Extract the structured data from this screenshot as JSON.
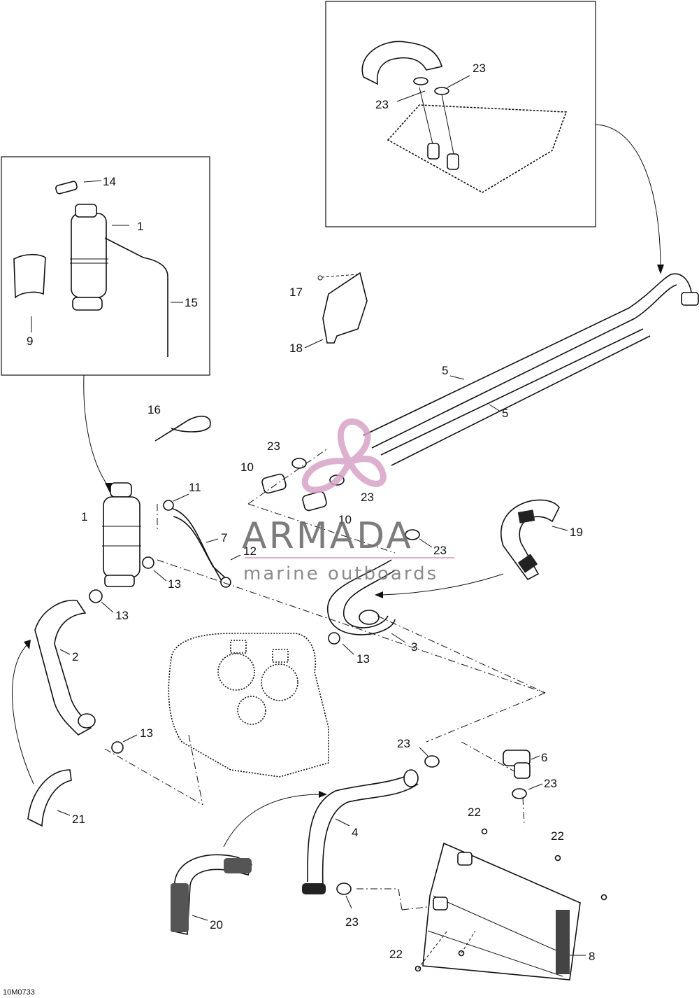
{
  "diagram_code": "10M0733",
  "watermark": {
    "brand": "ARMADA",
    "tagline": "marine outboards",
    "color": "#d9a3c7"
  },
  "callouts": {
    "c14": "14",
    "c1a": "1",
    "c15": "15",
    "c9": "9",
    "c23a": "23",
    "c23b": "23",
    "c17": "17",
    "c18": "18",
    "c5a": "5",
    "c5b": "5",
    "c16": "16",
    "c23c": "23",
    "c10a": "10",
    "c10b": "10",
    "c23d": "23",
    "c11": "11",
    "c1b": "1",
    "c7": "7",
    "c12": "12",
    "c13a": "13",
    "c13b": "13",
    "c13c": "13",
    "c13d": "13",
    "c19": "19",
    "c23e": "23",
    "c3": "3",
    "c2": "2",
    "c23f": "23",
    "c6": "6",
    "c23g": "23",
    "c21": "21",
    "c22a": "22",
    "c4": "4",
    "c22b": "22",
    "c20": "20",
    "c23h": "23",
    "c22c": "22",
    "c8": "8"
  }
}
